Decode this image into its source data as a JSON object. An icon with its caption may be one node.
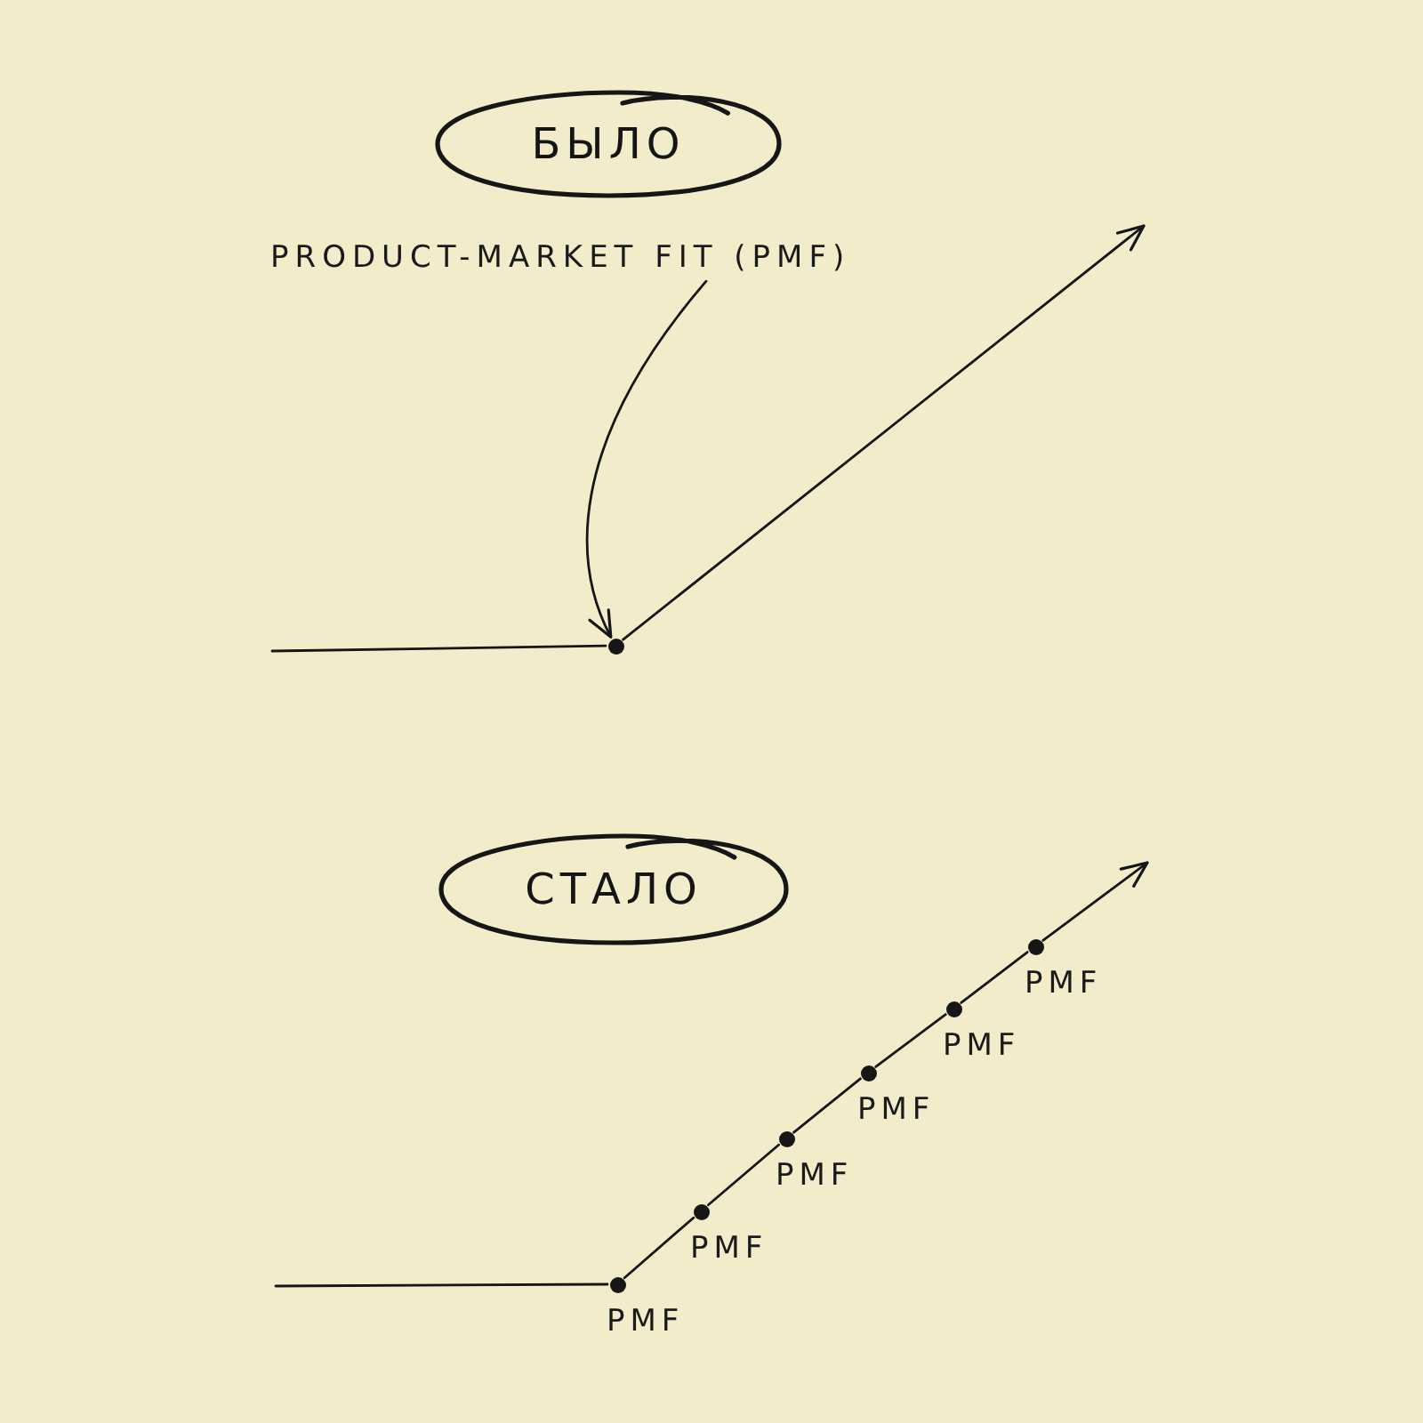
{
  "diagram": {
    "nodes": [
      {
        "text": [
          "БЫЛО"
        ]
      },
      {
        "text": [
          "PRODUCT-MARKET FIT (PMF)"
        ]
      },
      {
        "text": [],
        "shape": "circle"
      },
      {
        "text": [
          "СТАЛО"
        ]
      },
      {
        "text": [],
        "shape": "circle",
        "beside": [
          "PMF"
        ]
      },
      {
        "text": [],
        "shape": "circle",
        "beside": [
          "PMF"
        ]
      },
      {
        "text": [],
        "shape": "circle",
        "beside": [
          "PMF"
        ]
      },
      {
        "text": [],
        "shape": "circle",
        "beside": [
          "PMF"
        ]
      },
      {
        "text": [],
        "shape": "circle",
        "beside": [
          "PMF"
        ]
      },
      {
        "text": [],
        "shape": "circle",
        "beside": [
          "PMF"
        ]
      }
    ],
    "edges": [
      {
        "from": 1,
        "to": 2,
        "arrow": "to"
      },
      {
        "from": null,
        "to": 2,
        "arrow": "none"
      },
      {
        "from": 2,
        "to": null,
        "arrow": "to"
      },
      {
        "from": null,
        "to": 4,
        "arrow": "none"
      },
      {
        "from": 4,
        "to": 5,
        "arrow": "none"
      },
      {
        "from": 5,
        "to": 6,
        "arrow": "none"
      },
      {
        "from": 6,
        "to": 7,
        "arrow": "none"
      },
      {
        "from": 7,
        "to": 8,
        "arrow": "none"
      },
      {
        "from": 8,
        "to": 9,
        "arrow": "none"
      },
      {
        "from": 9,
        "to": null,
        "arrow": "to"
      }
    ]
  }
}
